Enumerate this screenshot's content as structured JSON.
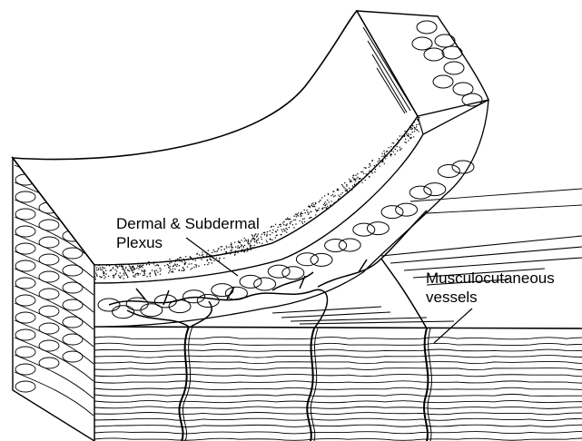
{
  "labels": {
    "dermal_plexus": {
      "line1": "Dermal & Subdermal",
      "line2": "Plexus"
    },
    "musculocutaneous": {
      "line1": "Musculocutaneous",
      "line2": "vessels"
    }
  },
  "colors": {
    "ink": "#000000",
    "paper": "#ffffff"
  }
}
